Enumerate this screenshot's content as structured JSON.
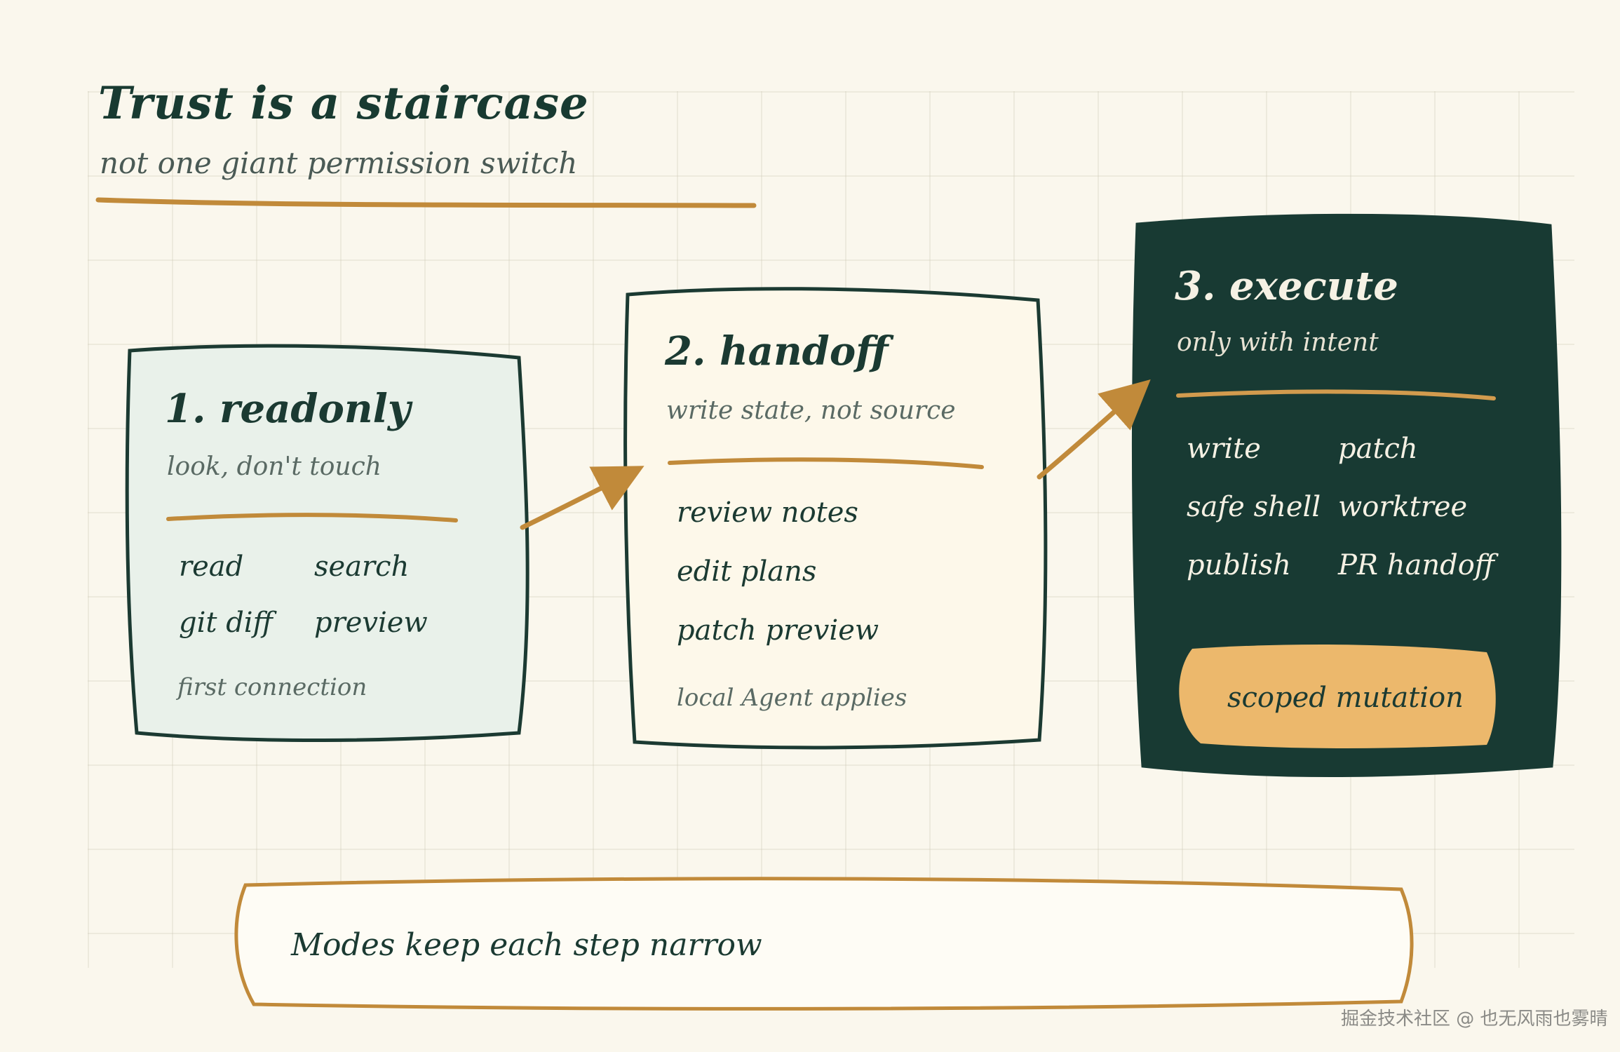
{
  "header": {
    "title": "Trust is a staircase",
    "subtitle": "not one giant permission switch"
  },
  "stages": [
    {
      "title": "1. readonly",
      "subtitle": "look, don't touch",
      "items": [
        "read",
        "search",
        "git diff",
        "preview"
      ],
      "note": "first connection"
    },
    {
      "title": "2. handoff",
      "subtitle": "write state, not source",
      "items": [
        "review notes",
        "edit plans",
        "patch preview"
      ],
      "note": "local Agent applies"
    },
    {
      "title": "3. execute",
      "subtitle": "only with intent",
      "items": [
        "write",
        "patch",
        "safe shell",
        "worktree",
        "publish",
        "PR handoff"
      ],
      "pill": "scoped mutation"
    }
  ],
  "footer": {
    "banner": "Modes keep each step narrow"
  },
  "watermark": "掘金技术社区 @ 也无风雨也雾晴",
  "colors": {
    "background": "#faf7ed",
    "ink": "#1b3a32",
    "accent": "#c18a3a",
    "readonly_fill": "#e9f1ea",
    "handoff_fill": "#fdf8ea",
    "execute_fill": "#183a33",
    "pill_fill": "#ecb86c"
  }
}
